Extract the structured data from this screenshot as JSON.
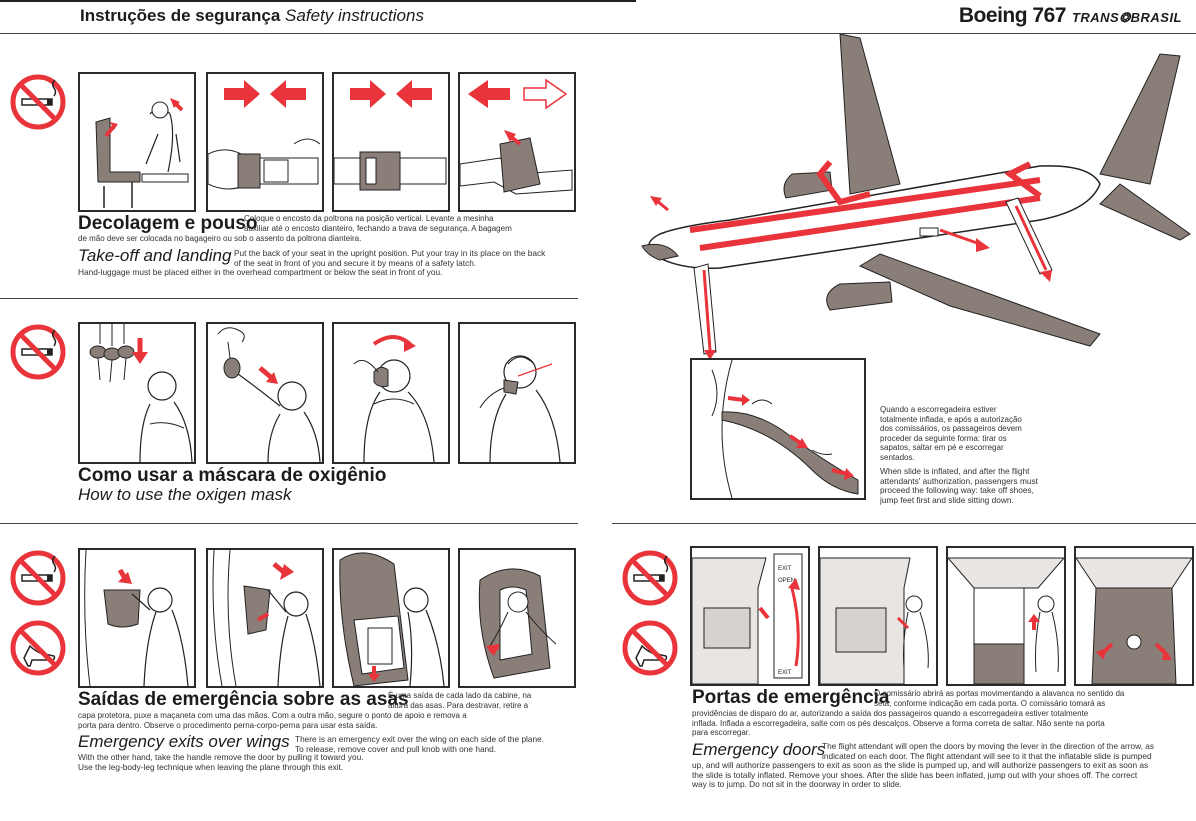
{
  "header": {
    "title_pt": "Instruções de segurança",
    "title_en": "Safety instructions",
    "model": "Boeing 767",
    "airline": "TRANS❂BRASIL"
  },
  "colors": {
    "accent": "#e8343a",
    "ink": "#1c1c1c",
    "gray": "#8a7f78"
  },
  "icons": [
    "no-smoking-icon",
    "no-high-heels-icon"
  ],
  "takeoff": {
    "title_pt": "Decolagem e pouso",
    "text_pt_1": "Coloque o encosto da poltrona na posição vertical. Levante a mesinha",
    "text_pt_2": "auxiliar até o encosto dianteiro, fechando a trava de segurança. A bagagem",
    "text_pt_3": "de mão deve ser colocada no bagageiro ou sob o assento da poltrona dianteira.",
    "title_en": "Take-off and landing",
    "text_en_1": "Put the back of your seat in the upright position. Put your tray in its place on the back",
    "text_en_2": "of the seat in front of you and secure it by means of a safety latch.",
    "text_en_3": "Hand-luggage must be placed either in the overhead compartment or below the seat in front of you."
  },
  "oxygen": {
    "title_pt": "Como usar a máscara de oxigênio",
    "title_en": "How to use the oxigen mask"
  },
  "slide": {
    "text_pt_1": "Quando a escorregadeira estiver",
    "text_pt_2": "totalmente inflada, e após a autorização",
    "text_pt_3": "dos comissários, os passageiros devem",
    "text_pt_4": "proceder da seguinte forma: tirar os",
    "text_pt_5": "sapatos, saltar em pé e escorregar",
    "text_pt_6": "sentados.",
    "text_en_1": "When slide is inflated, and after the flight",
    "text_en_2": "attendants' authorization, passengers must",
    "text_en_3": "proceed the following way: take off shoes,",
    "text_en_4": "jump feet first and slide sitting down."
  },
  "wing_exits": {
    "title_pt": "Saídas de emergência sobre as asas",
    "text_pt_1": "É uma saída de cada lado da cabine, na",
    "text_pt_2": "altura das asas. Para destravar, retire a",
    "text_pt_3": "capa protetora, puxe a maçaneta com uma das mãos. Com a outra mão, segure o ponto de apoio e remova a",
    "text_pt_4": "porta para dentro. Observe o procedimento perna-corpo-perna para usar esta saída.",
    "title_en": "Emergency exits over wings",
    "text_en_1": "There is an emergency exit over the wing on each side of the plane.",
    "text_en_2": "To release, remove cover and pull knob with one hand.",
    "text_en_3": "With the other hand, take the handle remove the door by pulling it toward you.",
    "text_en_4": "Use the leg-body-leg technique when leaving the plane through this exit."
  },
  "doors": {
    "title_pt": "Portas de emergência",
    "text_pt_1": "O comissário abrirá as portas movimentando a alavanca no sentido da",
    "text_pt_2": "seta, conforme indicação em cada porta. O comissário tomará as",
    "text_pt_3": "providências de disparo do ar, autorizando a saída dos passageiros quando a escorregadeira estiver totalmente",
    "text_pt_4": "inflada. Inflada a escorregadeira, salte com os pés descalços. Observe a forma correta de saltar. Não sente na porta",
    "text_pt_5": "para escorregar.",
    "title_en": "Emergency doors",
    "text_en_1": "The flight attendant will open the doors by moving the lever in the direction of the arrow, as",
    "text_en_2": "indicated on each door. The flight attendant will see to it that the inflatable slide is pumped",
    "text_en_3": "up, and will authorize passengers to exit as soon as the slide is pumped up, and will authorize passengers to exit as soon as",
    "text_en_4": "the slide is totally inflated. Remove your shoes. After the slide has been inflated, jump out with your shoes off. The correct",
    "text_en_5": "way is to jump. Do not sit in the doorway in order to slide.",
    "door_labels": {
      "exit": "EXIT",
      "open": "OPEN"
    }
  }
}
